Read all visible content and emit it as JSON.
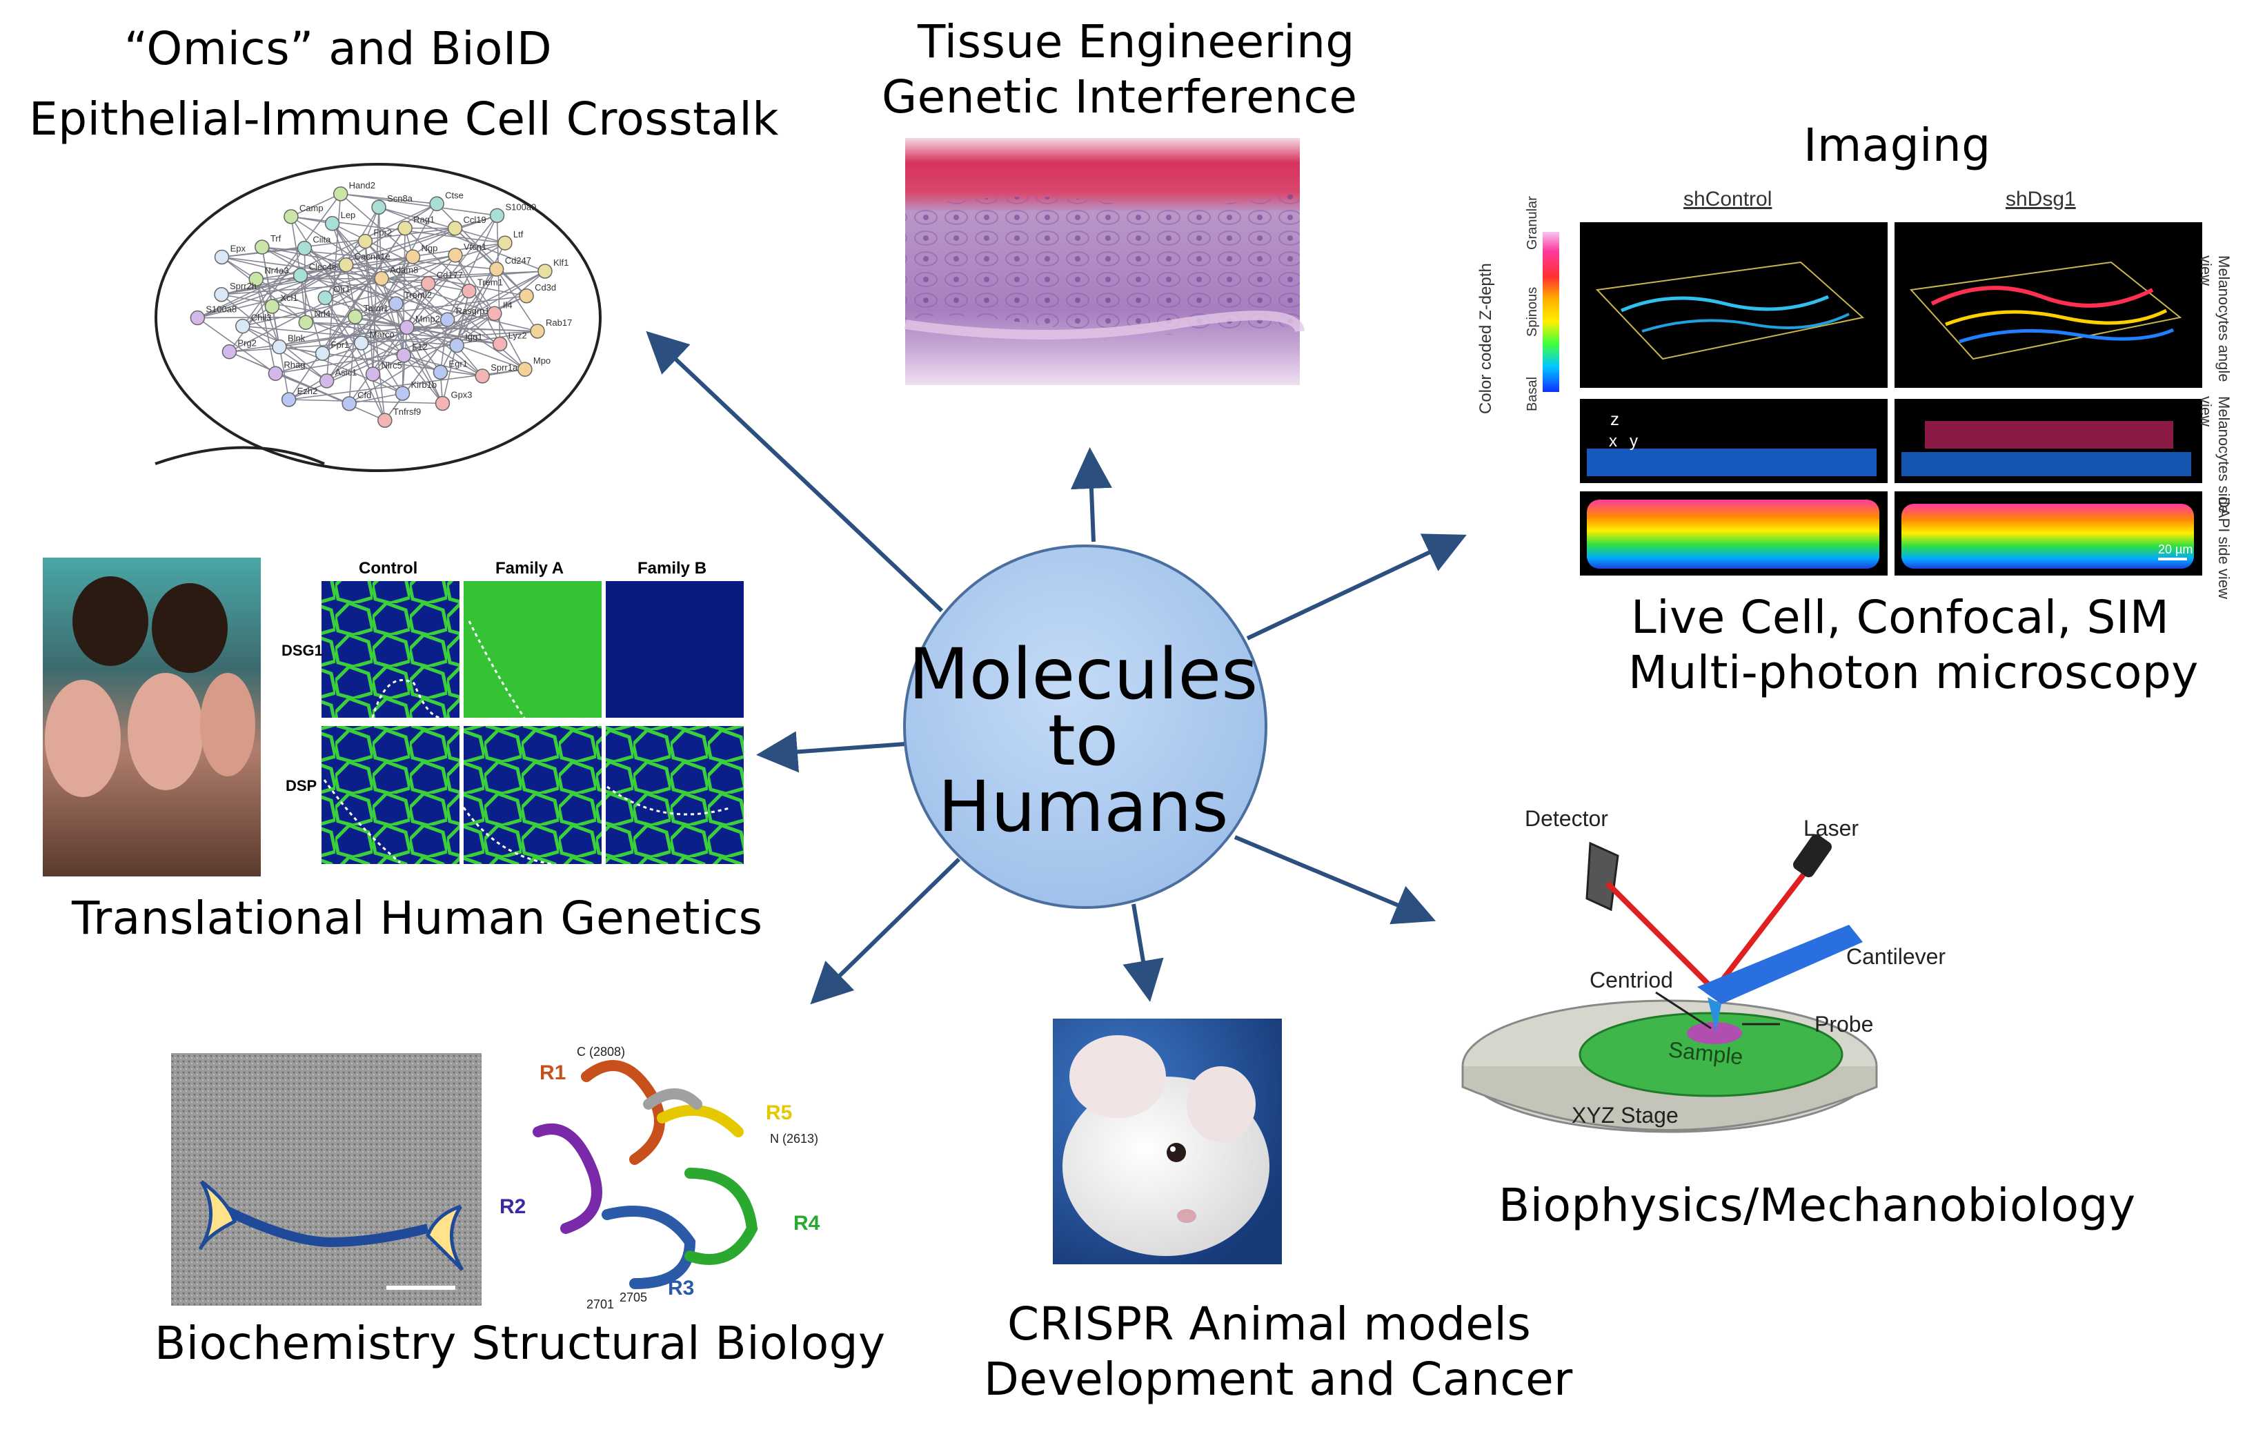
{
  "center": {
    "line1": "Molecules",
    "line2": "to",
    "line3": "Humans"
  },
  "omics": {
    "title1": "“Omics” and BioID",
    "title2": "Epithelial-Immune Cell Crosstalk",
    "nodes": [
      "Treml2",
      "Tarm1",
      "Adam8",
      "Mmp25",
      "Olr1",
      "Cd177",
      "Marco",
      "Cacna1e",
      "Rasgrp1",
      "Nrl4",
      "Ngp",
      "F12",
      "Clec4e",
      "Trem1",
      "Fpr1",
      "Fpr2",
      "Igg1",
      "Xcl1",
      "Vtcn1",
      "Nlrc5",
      "Ciita",
      "Il4",
      "Blnk",
      "Rag1",
      "Egr1",
      "Nr4a3",
      "Cd247",
      "Asic1",
      "Lep",
      "Lyz2",
      "Chil3",
      "Ccl19",
      "Kirb1b",
      "Trf",
      "Cd3d",
      "Rhag",
      "Scn8a",
      "Sprr1a",
      "Sprr2h",
      "Ltf",
      "Cfd",
      "Camp",
      "Rab17",
      "Prg2",
      "Ctse",
      "Gpx3",
      "Epx",
      "Klf1",
      "Ezh2",
      "Hand2",
      "Mpo",
      "S100a8",
      "S100a9",
      "Tnfrsf9"
    ]
  },
  "tissue": {
    "title1": "Tissue Engineering",
    "title2": "Genetic Interference"
  },
  "imaging": {
    "title": "Imaging",
    "col1": "shControl",
    "col2": "shDsg1",
    "depth_label": "Color coded Z-depth",
    "depth_granular": "Granular",
    "depth_spinous": "Spinous",
    "depth_basal": "Basal",
    "row1_label": "Melanocytes angle view",
    "row2_label": "Melanocytes side view",
    "row3_label": "DAPI side view",
    "axis_z": "z",
    "axis_x": "x",
    "axis_y": "y",
    "scale": "20 µm",
    "subtitle1": "Live Cell, Confocal, SIM",
    "subtitle2": "Multi-photon microscopy"
  },
  "genetics": {
    "title": "Translational Human Genetics",
    "col_control": "Control",
    "col_a": "Family A",
    "col_b": "Family B",
    "row_dsg1": "DSG1",
    "row_dsp": "DSP"
  },
  "biophysics": {
    "title": "Biophysics/Mechanobiology",
    "detector": "Detector",
    "laser": "Laser",
    "cantilever": "Cantilever",
    "centroid": "Centriod",
    "probe": "Probe",
    "sample": "Sample",
    "stage": "XYZ Stage"
  },
  "biochem": {
    "title": "Biochemistry Structural Biology",
    "r1": "R1",
    "r2": "R2",
    "r3": "R3",
    "r4": "R4",
    "r5": "R5",
    "c_term": "C (2808)",
    "n_term": "N (2613)",
    "res1": "2701",
    "res2": "2705"
  },
  "crispr": {
    "title1": "CRISPR Animal models",
    "title2": "Development and Cancer"
  },
  "colors": {
    "arrow": "#2b4f7e",
    "circle_fill": "#a8c8f0",
    "circle_stroke": "#4a6f9f"
  }
}
